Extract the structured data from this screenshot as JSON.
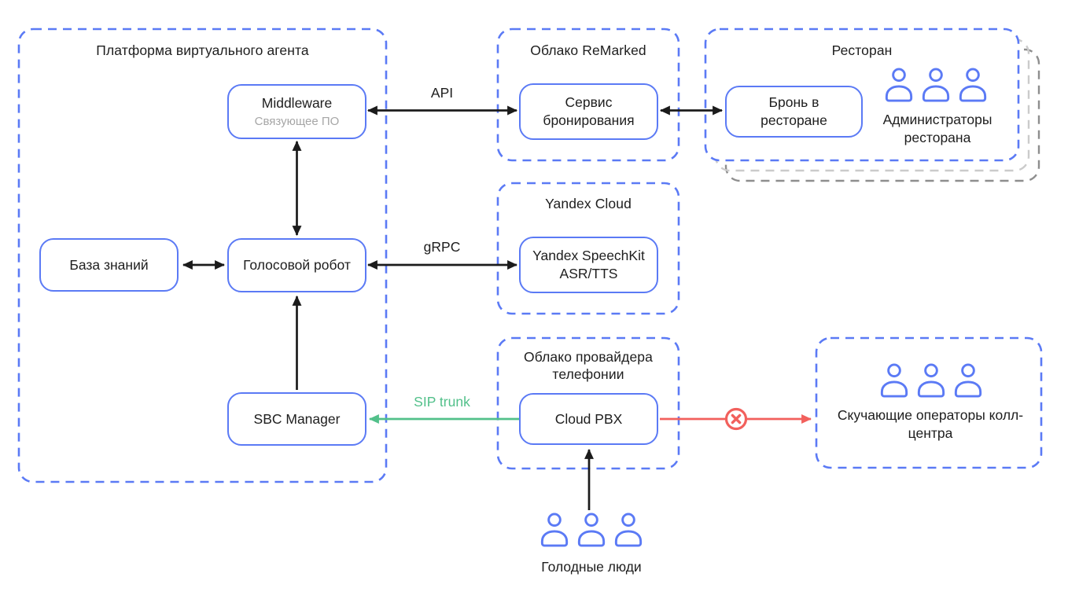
{
  "colors": {
    "blue": "#5b7af5",
    "green": "#52c08a",
    "red": "#f2605c",
    "ink": "#1b1b1b",
    "gray_subtitle": "#a6a6a6",
    "shadow_light": "#cbcbcb",
    "shadow_dark": "#8e8e8e"
  },
  "platform": {
    "title": "Платформа виртуального агента",
    "middleware": {
      "title": "Middleware",
      "subtitle": "Связующее ПО"
    },
    "knowledge_base": "База знаний",
    "voice_robot": "Голосовой робот",
    "sbc_manager": "SBC Manager"
  },
  "remarked_cloud": {
    "title": "Облако ReMarked",
    "booking_service": "Сервис бронирования"
  },
  "restaurant": {
    "title": "Ресторан",
    "reservation": "Бронь в ресторане",
    "admins": "Администраторы ресторана"
  },
  "yandex_cloud": {
    "title": "Yandex Cloud",
    "speechkit": "Yandex SpeechKit ASR/TTS"
  },
  "telephony_cloud": {
    "title": "Облако провайдера телефонии",
    "pbx": "Cloud PBX"
  },
  "call_center": {
    "label": "Скучающие операторы колл-центра"
  },
  "customers": {
    "label": "Голодные люди"
  },
  "edges": {
    "api": "API",
    "grpc": "gRPC",
    "sip_trunk": "SIP trunk"
  },
  "icons": {
    "person": "person-icon",
    "blocked": "blocked-circle-icon"
  }
}
